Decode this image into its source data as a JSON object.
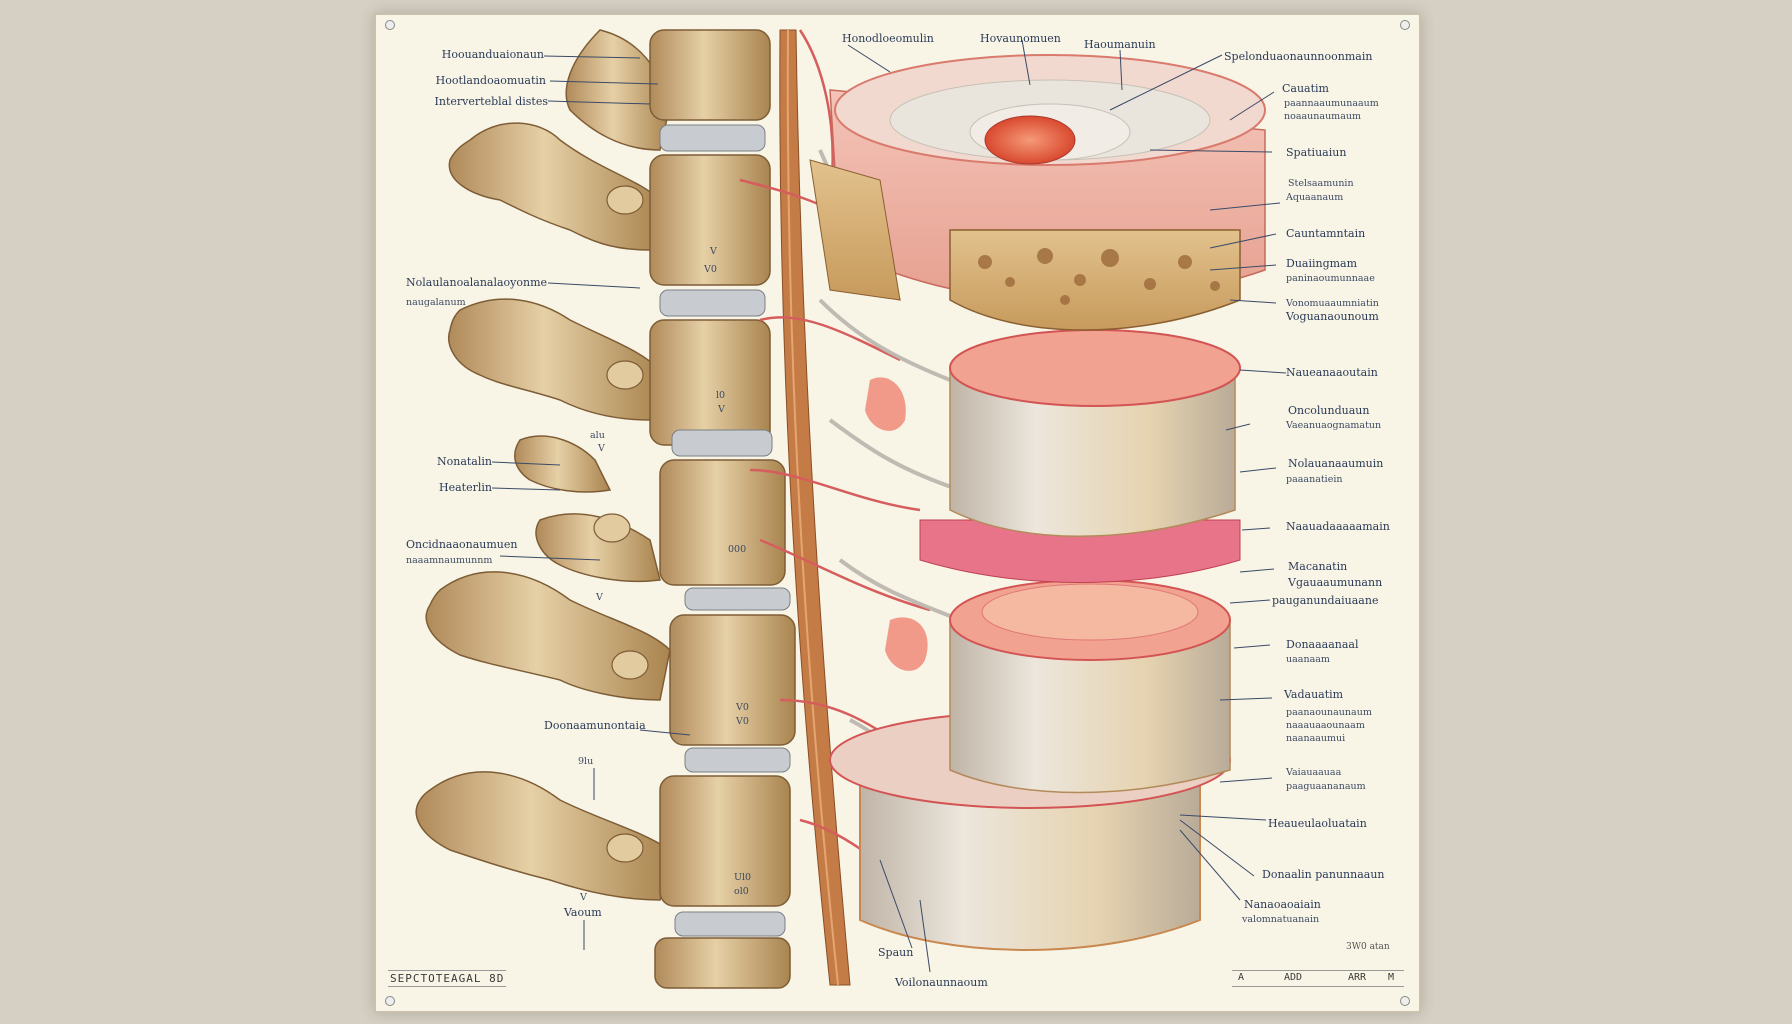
{
  "labels_left": [
    {
      "id": "l1",
      "text": "Hoouanduaionaun"
    },
    {
      "id": "l2",
      "text": "Hootlandoaomuatin"
    },
    {
      "id": "l3",
      "text": "Interverteblal distes"
    },
    {
      "id": "l4",
      "text": "Nolaulanoalanalaoyonme"
    },
    {
      "id": "l5",
      "text": "naugalanum"
    },
    {
      "id": "l6",
      "text": "Nonatalin"
    },
    {
      "id": "l7",
      "text": "Heaterlin"
    },
    {
      "id": "l8",
      "text": "Oncidnaaonaumuen"
    },
    {
      "id": "l9",
      "text": "naaamnaumunnm"
    },
    {
      "id": "l10",
      "text": "Doonaamunontaia"
    },
    {
      "id": "l11",
      "text": "Vaoum"
    }
  ],
  "labels_top": [
    {
      "id": "t1",
      "text": "Honodloeomulin"
    },
    {
      "id": "t2",
      "text": "Hovaunomuen"
    },
    {
      "id": "t3",
      "text": "Haoumanuin"
    }
  ],
  "labels_right": [
    {
      "id": "r1",
      "text": "Spelonduaonaunnoonmain"
    },
    {
      "id": "r2",
      "text": "Cauatim"
    },
    {
      "id": "r3",
      "text": "paannaaumunaaum"
    },
    {
      "id": "r4",
      "text": "noaaunaumaum"
    },
    {
      "id": "r5",
      "text": "Spatiuaiun"
    },
    {
      "id": "r6",
      "text": "Stelsaamunin"
    },
    {
      "id": "r7",
      "text": "Aquaanaum"
    },
    {
      "id": "r8",
      "text": "Cauntamntain"
    },
    {
      "id": "r9",
      "text": "Duaiingmam"
    },
    {
      "id": "r10",
      "text": "paninaoumunnaae"
    },
    {
      "id": "r11",
      "text": "Vonomuaaumniatin"
    },
    {
      "id": "r12",
      "text": "Voguanaounoum"
    },
    {
      "id": "r13",
      "text": "Naueanaaoutain"
    },
    {
      "id": "r14",
      "text": "Oncolunduaun"
    },
    {
      "id": "r15",
      "text": "Vaeanuaognamatun"
    },
    {
      "id": "r16",
      "text": "Nolauanaaumuin"
    },
    {
      "id": "r17",
      "text": "paaanatiein"
    },
    {
      "id": "r18",
      "text": "Naauadaaaaamain"
    },
    {
      "id": "r19",
      "text": "Macanatin"
    },
    {
      "id": "r20",
      "text": "Vgauaaumunann"
    },
    {
      "id": "r21",
      "text": "pauganundaiuaane"
    },
    {
      "id": "r22",
      "text": "Donaaaanaal"
    },
    {
      "id": "r23",
      "text": "uaanaam"
    },
    {
      "id": "r24",
      "text": "Vadauatim"
    },
    {
      "id": "r25",
      "text": "paanaounaunaum"
    },
    {
      "id": "r26",
      "text": "naaauaaounaam"
    },
    {
      "id": "r27",
      "text": "naanaaumui"
    },
    {
      "id": "r28",
      "text": "Vaiauaauaa"
    },
    {
      "id": "r29",
      "text": "paaguaananaum"
    },
    {
      "id": "r30",
      "text": "Heaueulaoluatain"
    },
    {
      "id": "r31",
      "text": "Donaalin panunnaaun"
    },
    {
      "id": "r32",
      "text": "Nanaoaoaiain"
    },
    {
      "id": "r33",
      "text": "valomnatuanain"
    }
  ],
  "labels_bottom": [
    {
      "id": "b1",
      "text": "Spaun"
    },
    {
      "id": "b2",
      "text": "Voilonaunnaoum"
    }
  ],
  "vertebra_marks": [
    {
      "id": "m1",
      "text": "V"
    },
    {
      "id": "m2",
      "text": "V0"
    },
    {
      "id": "m3",
      "text": "l0"
    },
    {
      "id": "m4",
      "text": "V"
    },
    {
      "id": "m5",
      "text": "alu"
    },
    {
      "id": "m6",
      "text": "V"
    },
    {
      "id": "m7",
      "text": "000"
    },
    {
      "id": "m8",
      "text": "V"
    },
    {
      "id": "m9",
      "text": "V0"
    },
    {
      "id": "m10",
      "text": "V0"
    },
    {
      "id": "m11",
      "text": "9lu"
    },
    {
      "id": "m12",
      "text": "Ul0"
    },
    {
      "id": "m13",
      "text": "ol0"
    },
    {
      "id": "m14",
      "text": "V"
    }
  ],
  "footer": {
    "left_text": "SEPCTOTEAGAL 8D",
    "right_a": "A",
    "right_b": "ADD",
    "right_c": "ARR",
    "right_d": "M",
    "scale_note": "3W0 atan"
  },
  "colors": {
    "bone": "#d9bf92",
    "bone_shadow": "#a98556",
    "disc_ring": "#e07878",
    "nucleus": "#e2553d",
    "cord": "#c57b45",
    "nerve": "#d65d5d",
    "label_ink": "#2b3b57"
  }
}
